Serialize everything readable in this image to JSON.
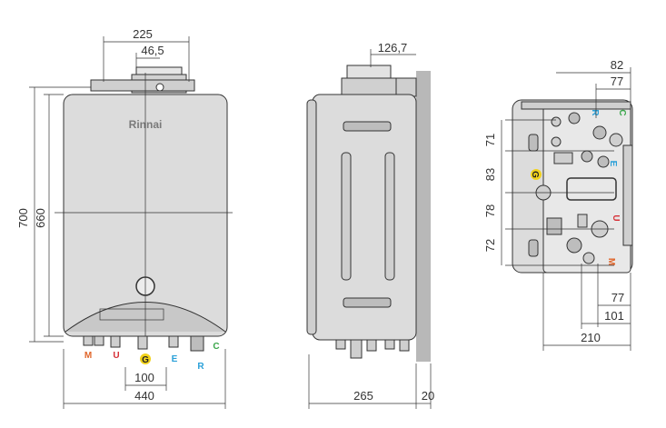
{
  "brand": "Rinnai",
  "colors": {
    "body_fill": "#dcdcdc",
    "wall_fill": "#b8b8b8",
    "label_orange": "#e0662b",
    "label_red": "#d62f36",
    "label_yellow": "#f2d21b",
    "label_blue": "#2aa0d8",
    "label_green": "#3aa64a"
  },
  "front_view": {
    "dims": {
      "top_width": "225",
      "flue_offset": "46,5",
      "height_total": "700",
      "height_body": "660",
      "g_offset": "100",
      "width": "440"
    },
    "connections": [
      {
        "letter": "M",
        "color": "#e0662b"
      },
      {
        "letter": "U",
        "color": "#d62f36"
      },
      {
        "letter": "G",
        "color": "#222222"
      },
      {
        "letter": "E",
        "color": "#2aa0d8"
      },
      {
        "letter": "R",
        "color": "#2aa0d8"
      },
      {
        "letter": "C",
        "color": "#3aa64a"
      }
    ]
  },
  "side_view": {
    "dims": {
      "flue_depth": "126,7",
      "depth": "265",
      "wall_gap": "20"
    }
  },
  "rear_view": {
    "dims": {
      "top_82": "82",
      "top_77": "77",
      "v_71": "71",
      "v_83": "83",
      "v_78": "78",
      "v_72": "72",
      "bottom_77": "77",
      "bottom_101": "101",
      "bottom_210": "210"
    },
    "connections": [
      {
        "letter": "R",
        "color": "#2aa0d8"
      },
      {
        "letter": "C",
        "color": "#3aa64a"
      },
      {
        "letter": "E",
        "color": "#2aa0d8"
      },
      {
        "letter": "G",
        "color": "#222222"
      },
      {
        "letter": "U",
        "color": "#d62f36"
      },
      {
        "letter": "M",
        "color": "#e0662b"
      }
    ]
  }
}
